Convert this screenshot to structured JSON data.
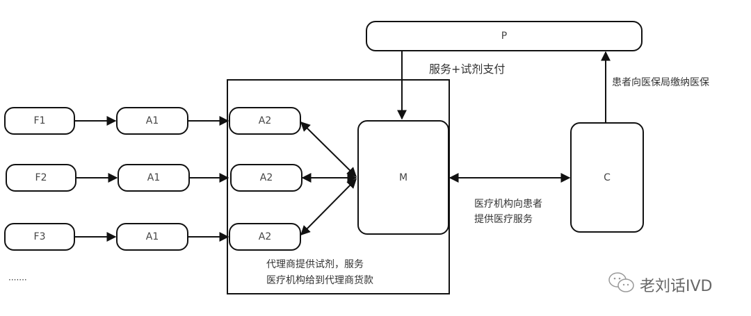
{
  "nodes": {
    "f1": "F1",
    "f2": "F2",
    "f3": "F3",
    "a1_1": "A1",
    "a1_2": "A1",
    "a1_3": "A1",
    "a2_1": "A2",
    "a2_2": "A2",
    "a2_3": "A2",
    "m": "M",
    "p": "P",
    "c": "C"
  },
  "labels": {
    "p_to_m": "服务+试剂支付",
    "c_to_p": "患者向医保局缴纳医保",
    "m_c_line1": "医疗机构向患者",
    "m_c_line2": "提供医疗服务",
    "frame_line1": "代理商提供试剂，服务",
    "frame_line2": "医疗机构给到代理商货款",
    "ellipsis": "·······"
  },
  "watermark": {
    "icon": "wechat-icon",
    "text": "老刘话IVD"
  }
}
